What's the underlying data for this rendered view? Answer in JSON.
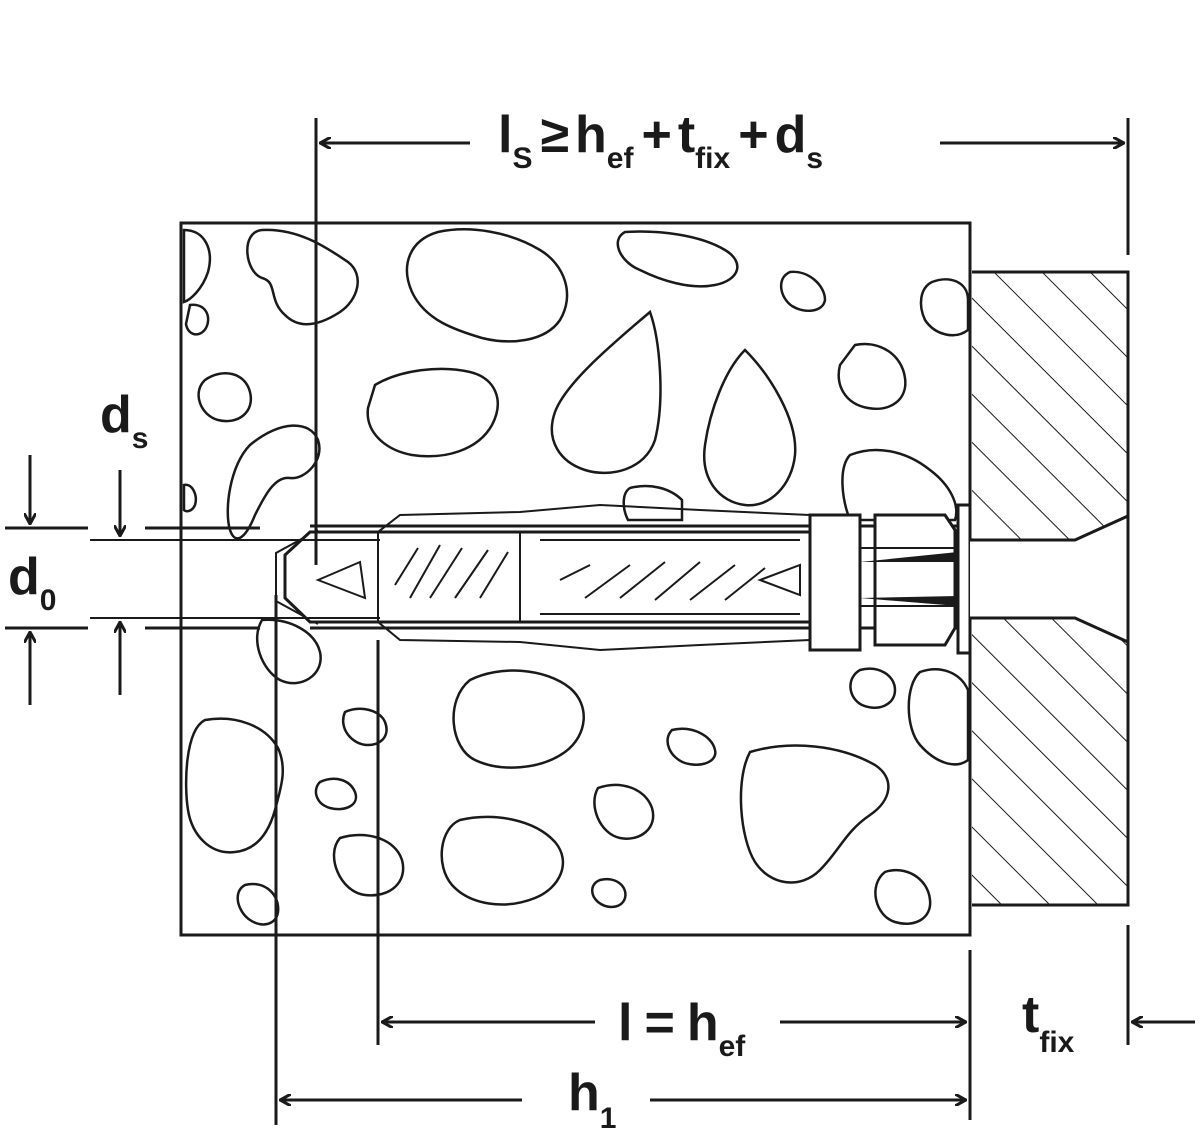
{
  "labels": {
    "ls_formula": {
      "l": "l",
      "l_sub": "S",
      "ge": "≥",
      "h": "h",
      "h_sub": "ef",
      "plus1": "+",
      "t": "t",
      "t_sub": "fix",
      "plus2": "+",
      "d": "d",
      "d_sub": "s"
    },
    "ds": {
      "main": "d",
      "sub": "s"
    },
    "d0": {
      "main": "d",
      "sub": "0"
    },
    "l_hef": {
      "l": "l",
      "eq": "=",
      "h": "h",
      "h_sub": "ef"
    },
    "tfix": {
      "main": "t",
      "sub": "fix"
    },
    "h1": {
      "main": "h",
      "sub": "1"
    }
  },
  "colors": {
    "ink": "#1a1a1a",
    "background": "#ffffff"
  }
}
